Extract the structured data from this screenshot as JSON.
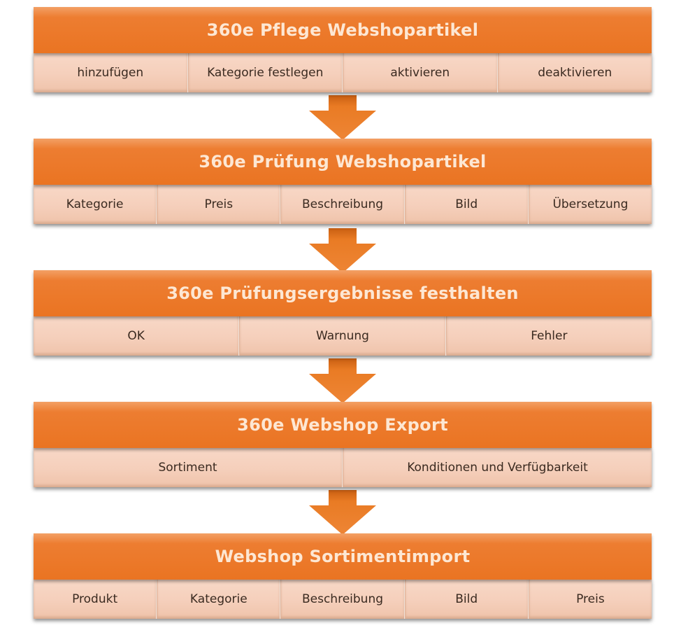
{
  "colors": {
    "header": "#ed7d31",
    "header_text": "#fde7d3",
    "cell": "#f5cfbb",
    "cell_text": "#3a2a20",
    "arrow": "#e3781f"
  },
  "blocks": [
    {
      "title": "360e Pflege Webshopartikel",
      "items": [
        "hinzufügen",
        "Kategorie festlegen",
        "aktivieren",
        "deaktivieren"
      ]
    },
    {
      "title": "360e Prüfung Webshopartikel",
      "items": [
        "Kategorie",
        "Preis",
        "Beschreibung",
        "Bild",
        "Übersetzung"
      ]
    },
    {
      "title": "360e Prüfungsergebnisse festhalten",
      "items": [
        "OK",
        "Warnung",
        "Fehler"
      ]
    },
    {
      "title": "360e Webshop Export",
      "items": [
        "Sortiment",
        "Konditionen und Verfügbarkeit"
      ]
    },
    {
      "title": "Webshop Sortimentimport",
      "items": [
        "Produkt",
        "Kategorie",
        "Beschreibung",
        "Bild",
        "Preis"
      ]
    }
  ]
}
